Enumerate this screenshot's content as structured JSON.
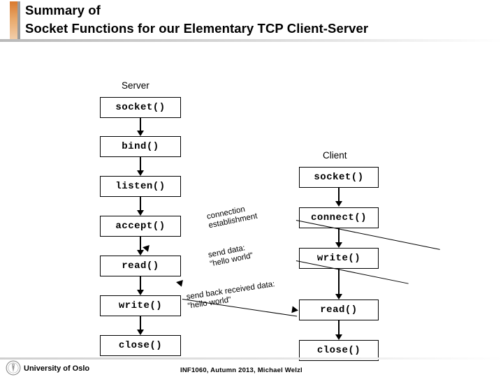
{
  "header": {
    "title_line1": "Summary of",
    "title_line2": "Socket Functions for our Elementary TCP Client-Server"
  },
  "diagram": {
    "server_label": "Server",
    "client_label": "Client",
    "server_nodes": [
      {
        "label": "socket()"
      },
      {
        "label": "bind()"
      },
      {
        "label": "listen()"
      },
      {
        "label": "accept()"
      },
      {
        "label": "read()"
      },
      {
        "label": "write()"
      },
      {
        "label": "close()"
      }
    ],
    "client_nodes": [
      {
        "label": "socket()"
      },
      {
        "label": "connect()"
      },
      {
        "label": "write()"
      },
      {
        "label": "read()"
      },
      {
        "label": "close()"
      }
    ],
    "messages": [
      {
        "line1": "connection",
        "line2": "establishment"
      },
      {
        "line1": "send data:",
        "line2": "“hello world”"
      },
      {
        "line1": "send back received data:",
        "line2": "“hello world”"
      }
    ]
  },
  "footer": {
    "organization": "University of Oslo",
    "course": "INF1060,  Autumn 2013,  Michael Welzl"
  }
}
